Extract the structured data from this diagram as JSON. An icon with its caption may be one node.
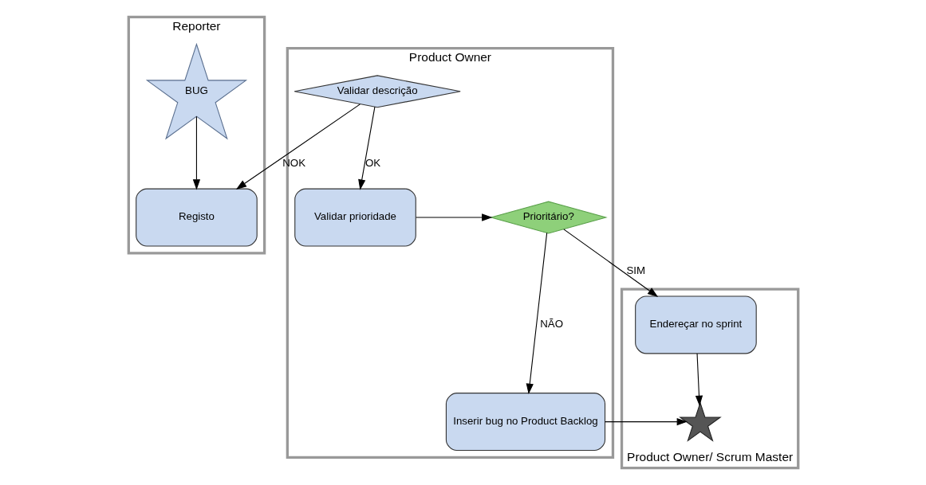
{
  "diagram": {
    "nodes": [
      {
        "text": [
          "Reporter"
        ]
      },
      {
        "text": [
          "BUG"
        ],
        "in": 0
      },
      {
        "text": [
          "Registo"
        ],
        "in": 0
      },
      {
        "text": [
          "Product Owner"
        ]
      },
      {
        "text": [
          "Validar descrição"
        ],
        "in": 3
      },
      {
        "text": [
          "Validar prioridade"
        ],
        "in": 3
      },
      {
        "text": [
          "Prioritário?"
        ],
        "in": 3
      },
      {
        "text": [
          "Inserir bug no Product Backlog"
        ],
        "in": 3
      },
      {
        "text": [
          "Product Owner/ Scrum Master"
        ]
      },
      {
        "text": [
          "Endereçar no sprint"
        ],
        "in": 8
      },
      {
        "text": [],
        "shape": "star",
        "in": 8
      }
    ],
    "edges": [
      {
        "from": 1,
        "to": 2,
        "arrow": "to"
      },
      {
        "from": 4,
        "to": 2,
        "arrow": "to",
        "label": "NOK"
      },
      {
        "from": 4,
        "to": 5,
        "arrow": "to",
        "label": "OK"
      },
      {
        "from": 5,
        "to": 6,
        "arrow": "to"
      },
      {
        "from": 6,
        "to": 9,
        "arrow": "to",
        "label": "SIM"
      },
      {
        "from": 6,
        "to": 7,
        "arrow": "to",
        "label": "NÃO"
      },
      {
        "from": 9,
        "to": 10,
        "arrow": "to"
      },
      {
        "from": 7,
        "to": 10,
        "arrow": "to"
      }
    ]
  }
}
